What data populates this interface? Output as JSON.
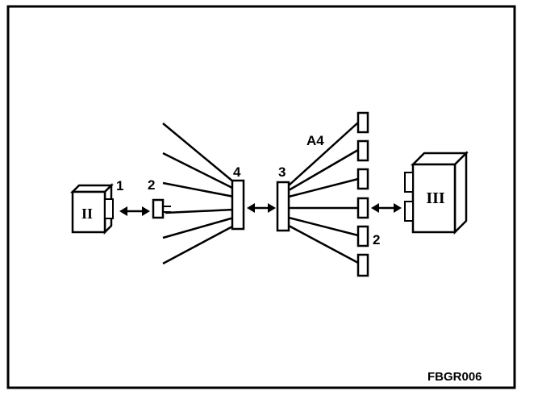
{
  "diagram": {
    "labels": {
      "unit_left": "1",
      "connector_left": "2",
      "harness_left": "4",
      "harness_right": "3",
      "connector_group": "A4",
      "connector_right": "2"
    },
    "unit_left_numeral": "II",
    "unit_right_numeral": "III",
    "figure_code": "FBGR006"
  }
}
